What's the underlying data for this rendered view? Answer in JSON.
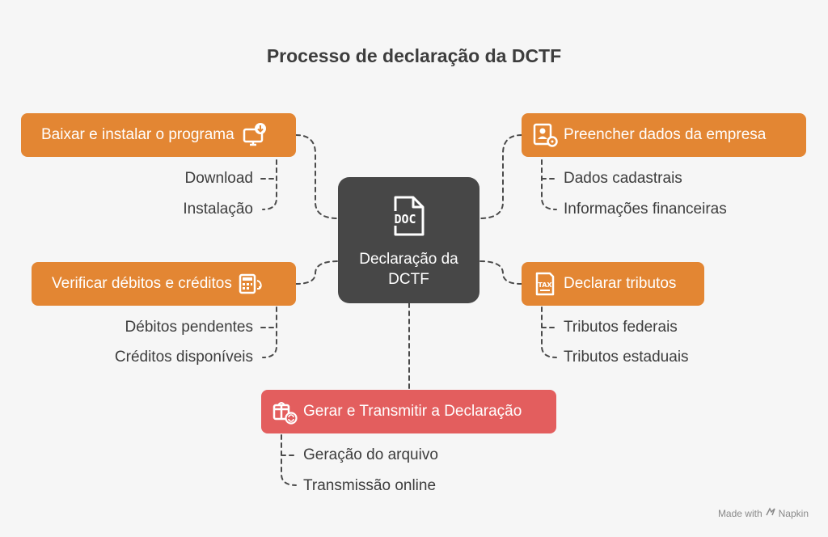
{
  "title": "Processo de declaração da DCTF",
  "center": {
    "label": "Declaração da DCTF",
    "icon": "doc-file-icon"
  },
  "branches": {
    "baixar": {
      "label": "Baixar e instalar o programa",
      "icon": "monitor-download-icon",
      "items": [
        "Download",
        "Instalação"
      ]
    },
    "preencher": {
      "label": "Preencher dados da empresa",
      "icon": "company-profile-gear-icon",
      "items": [
        "Dados cadastrais",
        "Informações financeiras"
      ]
    },
    "verificar": {
      "label": "Verificar débitos e créditos",
      "icon": "calculator-refresh-icon",
      "items": [
        "Débitos pendentes",
        "Créditos disponíveis"
      ]
    },
    "declarar": {
      "label": "Declarar tributos",
      "icon": "tax-document-icon",
      "items": [
        "Tributos federais",
        "Tributos estaduais"
      ]
    },
    "gerar": {
      "label": "Gerar e Transmitir a Declaração",
      "icon": "box-refresh-icon",
      "items": [
        "Geração do arquivo",
        "Transmissão online"
      ]
    }
  },
  "colors": {
    "orange": "#e38633",
    "red": "#e35e5e",
    "center": "#474747",
    "text": "#3d3d3d"
  },
  "footer": {
    "made_with": "Made with",
    "brand": "Napkin"
  }
}
